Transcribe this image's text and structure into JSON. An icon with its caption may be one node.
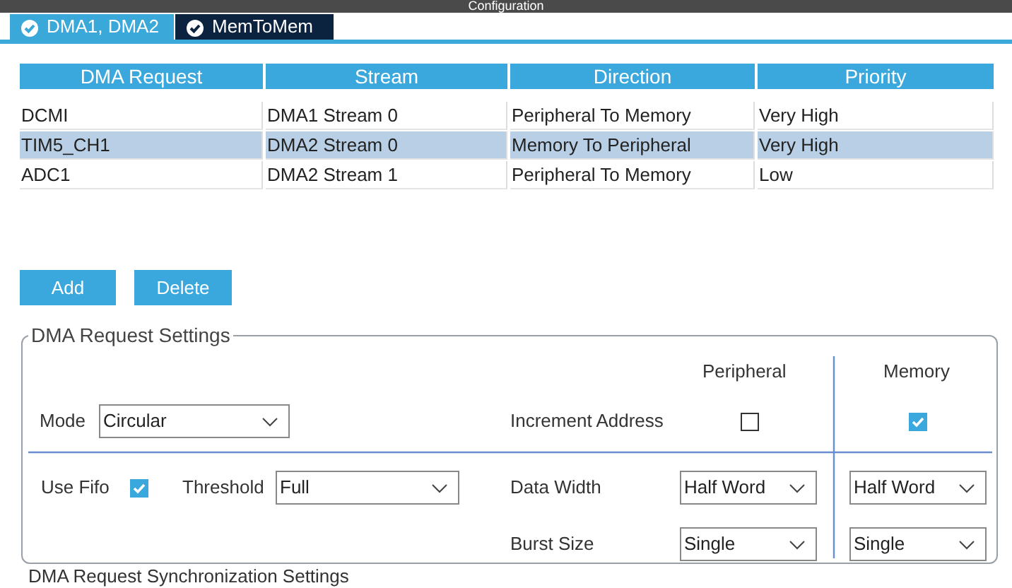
{
  "diagram": {
    "title": "Configuration",
    "labels": [
      "DMA1, DMA2",
      "MemToMem",
      "DMA Request",
      "Stream",
      "Direction",
      "Priority",
      "DCMI",
      "DMA1 Stream 0",
      "Peripheral To Memory",
      "Very High",
      "TIM5_CH1",
      "DMA2 Stream 0",
      "Memory To Peripheral",
      "Very High",
      "ADC1",
      "DMA2 Stream 1",
      "Peripheral To Memory",
      "Low",
      "Add",
      "Delete",
      "DMA Request Settings",
      "Peripheral",
      "Memory",
      "Mode",
      "Circular",
      "Increment Address",
      "Use Fifo",
      "Threshold",
      "Full",
      "Data Width",
      "Half Word",
      "Half Word",
      "Burst Size",
      "Single",
      "Single",
      "DMA Request Synchronization Settings"
    ]
  }
}
